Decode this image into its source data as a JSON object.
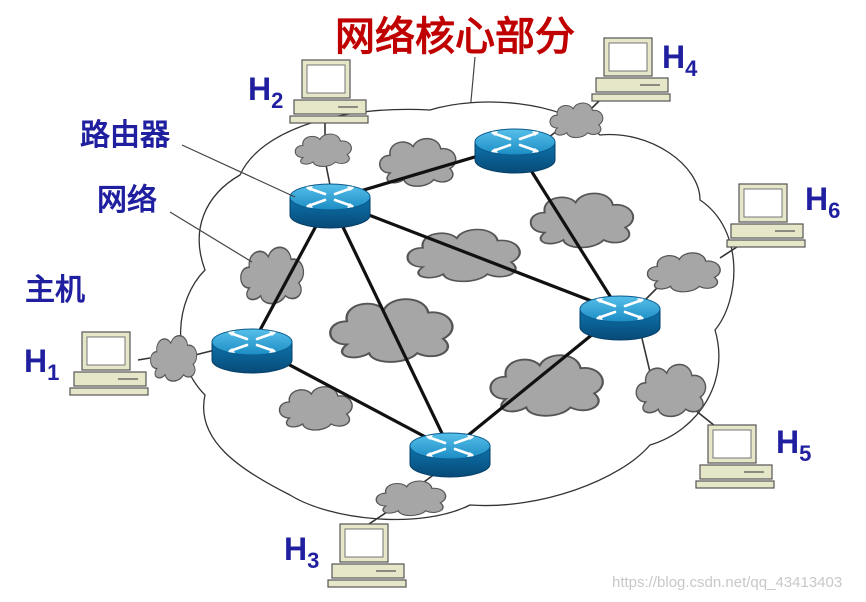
{
  "title": "网络核心部分",
  "labels": {
    "router": "路由器",
    "network": "网络",
    "host": "主机"
  },
  "hosts": [
    {
      "name": "H",
      "sub": "1"
    },
    {
      "name": "H",
      "sub": "2"
    },
    {
      "name": "H",
      "sub": "3"
    },
    {
      "name": "H",
      "sub": "4"
    },
    {
      "name": "H",
      "sub": "5"
    },
    {
      "name": "H",
      "sub": "6"
    }
  ],
  "watermark": "https://blog.csdn.net/qq_43413403",
  "colors": {
    "title": "#c00000",
    "label": "#1f1fa0",
    "cloud_fill": "#a6a6a6",
    "router_top": "#2ea0d0",
    "router_side": "#0b5f95"
  }
}
